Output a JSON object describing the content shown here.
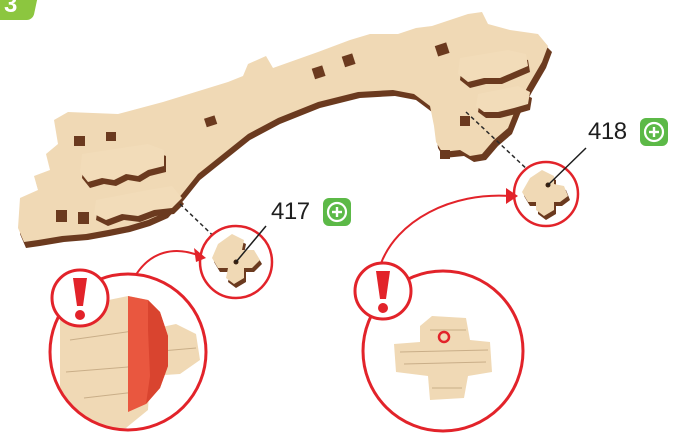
{
  "step": {
    "number": "3"
  },
  "parts": [
    {
      "id": "417",
      "label": "417",
      "icon": "plus-circle-icon"
    },
    {
      "id": "418",
      "label": "418",
      "icon": "plus-circle-icon"
    }
  ],
  "colors": {
    "wood_face": "#f0d9b5",
    "wood_edge": "#6b3a1f",
    "accent_red": "#e2232a",
    "highlight_red": "#e9573f",
    "add_icon_green": "#5cb947",
    "step_badge_green": "#8cc63f"
  }
}
